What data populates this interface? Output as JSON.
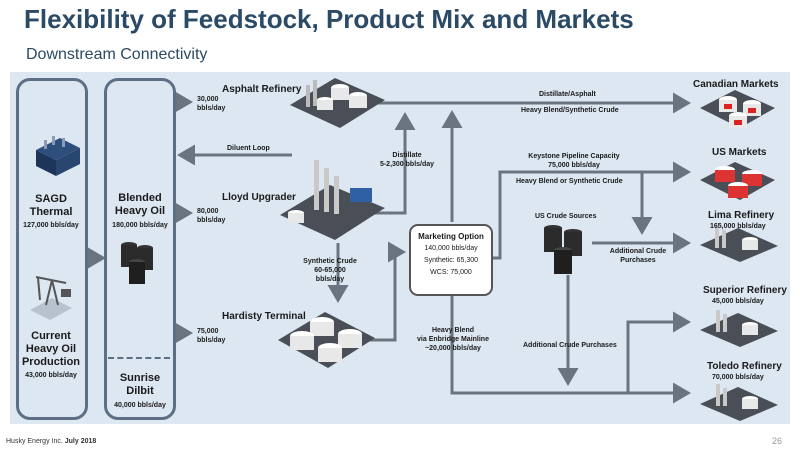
{
  "title": "Flexibility of Feedstock, Product Mix and Markets",
  "subtitle": "Downstream Connectivity",
  "sources": {
    "sagd": {
      "label_line1": "SAGD",
      "label_line2": "Thermal",
      "volume": "127,000 bbls/day"
    },
    "heavy_oil": {
      "label_line1": "Current",
      "label_line2": "Heavy Oil",
      "label_line3": "Production",
      "volume": "43,000 bbls/day"
    }
  },
  "blend": {
    "blended": {
      "label_line1": "Blended",
      "label_line2": "Heavy Oil",
      "volume": "180,000 bbls/day"
    },
    "sunrise": {
      "label_line1": "Sunrise",
      "label_line2": "Dilbit",
      "volume": "40,000 bbls/day"
    }
  },
  "flows": {
    "asphalt_in": {
      "line1": "30,000",
      "line2": "bbls/day"
    },
    "lloyd_in": {
      "line1": "80,000",
      "line2": "bbls/day"
    },
    "hardisty_in": {
      "line1": "75,000",
      "line2": "bbls/day"
    },
    "diluent_loop": "Diluent Loop",
    "distillate": {
      "line1": "Distillate",
      "line2": "5-2,300 bbls/day"
    },
    "synthetic_crude": {
      "line1": "Synthetic Crude",
      "line2": "60-65,000",
      "line3": "bbls/day"
    },
    "distillate_asphalt": "Distillate/Asphalt",
    "heavy_blend_synthetic": "Heavy Blend/Synthetic Crude",
    "keystone": {
      "line1": "Keystone Pipeline Capacity",
      "line2": "75,000 bbls/day"
    },
    "heavy_blend_or_synthetic": "Heavy Blend or Synthetic Crude",
    "us_crude_sources": "US Crude Sources",
    "additional_purchases_1": {
      "line1": "Additional Crude",
      "line2": "Purchases"
    },
    "additional_purchases_2": "Additional Crude Purchases",
    "enbridge": {
      "line1": "Heavy Blend",
      "line2": "via Enbridge Mainline",
      "line3": "~20,000 bbls/day"
    }
  },
  "facilities": {
    "asphalt": "Asphalt Refinery",
    "lloyd": "Lloyd Upgrader",
    "hardisty": "Hardisty Terminal"
  },
  "marketing_option": {
    "title": "Marketing Option",
    "line1": "140,000 bbls/day",
    "line2": "Synthetic: 65,300",
    "line3": "WCS: 75,000"
  },
  "markets": {
    "canadian": {
      "name": "Canadian Markets"
    },
    "us": {
      "name": "US Markets"
    },
    "lima": {
      "name": "Lima Refinery",
      "volume": "165,000 bbls/day"
    },
    "superior": {
      "name": "Superior Refinery",
      "volume": "45,000 bbls/day"
    },
    "toledo": {
      "name": "Toledo Refinery",
      "volume": "70,000 bbls/day"
    }
  },
  "footer": {
    "company": "Husky Energy Inc.",
    "date": "July 2018",
    "page": "26"
  },
  "colors": {
    "title": "#2b4a66",
    "panel": "#dde7f1",
    "line": "#6a7480",
    "box_border": "#5c6f84"
  }
}
